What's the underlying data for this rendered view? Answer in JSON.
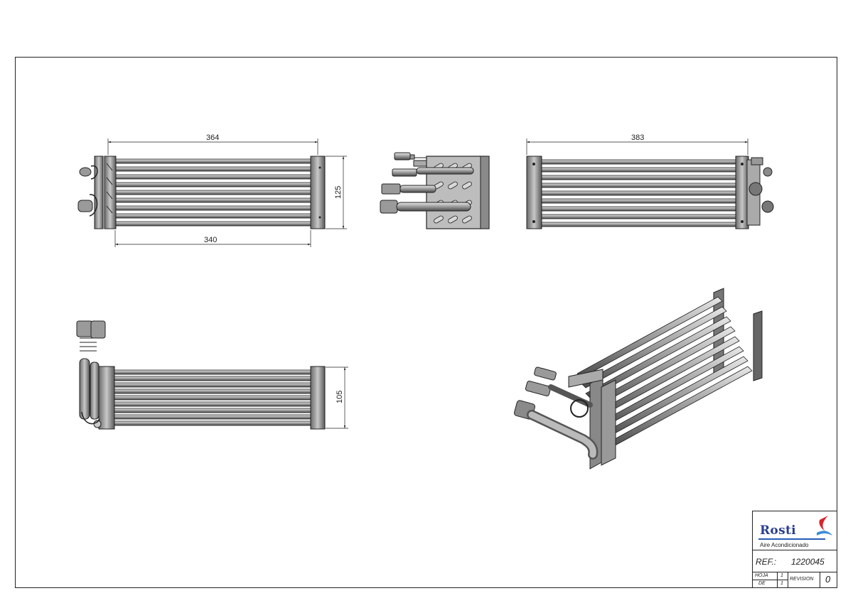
{
  "dimensions": {
    "top_overall": "364",
    "top_inner": "340",
    "top_height": "125",
    "right_length": "383",
    "bottom_height": "105"
  },
  "title_block": {
    "brand": "Rosti",
    "brand_subtitle": "Aire Acondicionado",
    "ref_label": "REF.:",
    "ref_value": "1220045",
    "hoja_label": "HOJA",
    "hoja_value": "1",
    "de_label": "DE",
    "de_value": "1",
    "revision_label": "REVISION",
    "revision_value": "0"
  },
  "colors": {
    "line": "#222222",
    "tube": "#9a9a9a",
    "brand_blue": "#2a3f8f",
    "logo_red": "#d9232d",
    "logo_blue": "#3a8fd6"
  }
}
